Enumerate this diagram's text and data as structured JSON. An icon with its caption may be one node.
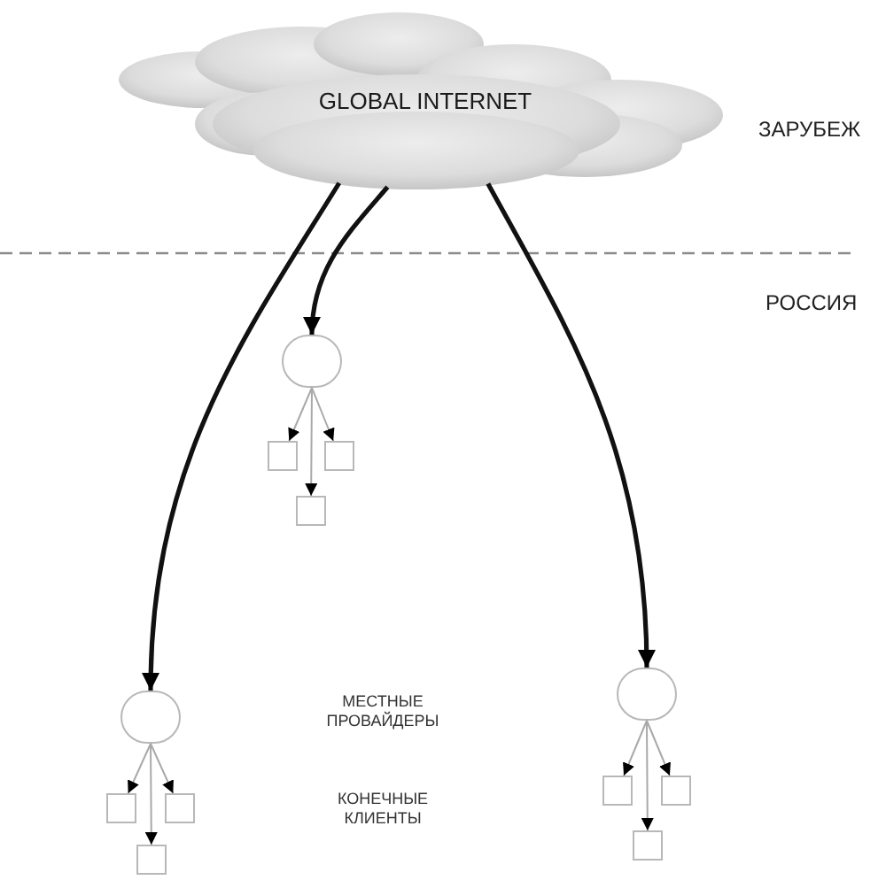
{
  "diagram": {
    "nodes": [
      {
        "text": [
          "GLOBAL INTERNET"
        ]
      },
      {
        "text": [],
        "shape": "circle"
      },
      {
        "text": [],
        "shape": "box"
      },
      {
        "text": [],
        "shape": "box"
      },
      {
        "text": [],
        "shape": "box"
      },
      {
        "text": [],
        "shape": "circle"
      },
      {
        "text": [],
        "shape": "box"
      },
      {
        "text": [],
        "shape": "box"
      },
      {
        "text": [],
        "shape": "box"
      },
      {
        "text": [],
        "shape": "circle"
      },
      {
        "text": [],
        "shape": "box"
      },
      {
        "text": [],
        "shape": "box"
      },
      {
        "text": [],
        "shape": "box"
      }
    ],
    "edges": [
      {
        "from": 0,
        "to": 5,
        "arrow": "to",
        "style": "thick",
        "color": "#111111"
      },
      {
        "from": 0,
        "to": 1,
        "arrow": "to",
        "style": "thick",
        "color": "#111111"
      },
      {
        "from": 0,
        "to": 9,
        "arrow": "to",
        "style": "thick",
        "color": "#111111"
      },
      {
        "from": 1,
        "to": 2,
        "arrow": "to"
      },
      {
        "from": 1,
        "to": 3,
        "arrow": "to"
      },
      {
        "from": 1,
        "to": 4,
        "arrow": "to"
      },
      {
        "from": 5,
        "to": 6,
        "arrow": "to"
      },
      {
        "from": 5,
        "to": 7,
        "arrow": "to"
      },
      {
        "from": 5,
        "to": 8,
        "arrow": "to"
      },
      {
        "from": 9,
        "to": 10,
        "arrow": "to"
      },
      {
        "from": 9,
        "to": 11,
        "arrow": "to"
      },
      {
        "from": 9,
        "to": 12,
        "arrow": "to"
      }
    ],
    "labels": [
      "ЗАРУБЕЖ",
      "РОССИЯ",
      "МЕСТНЫЕ ПРОВАЙДЕРЫ",
      "КОНЕЧНЫЕ КЛИЕНТЫ"
    ]
  }
}
